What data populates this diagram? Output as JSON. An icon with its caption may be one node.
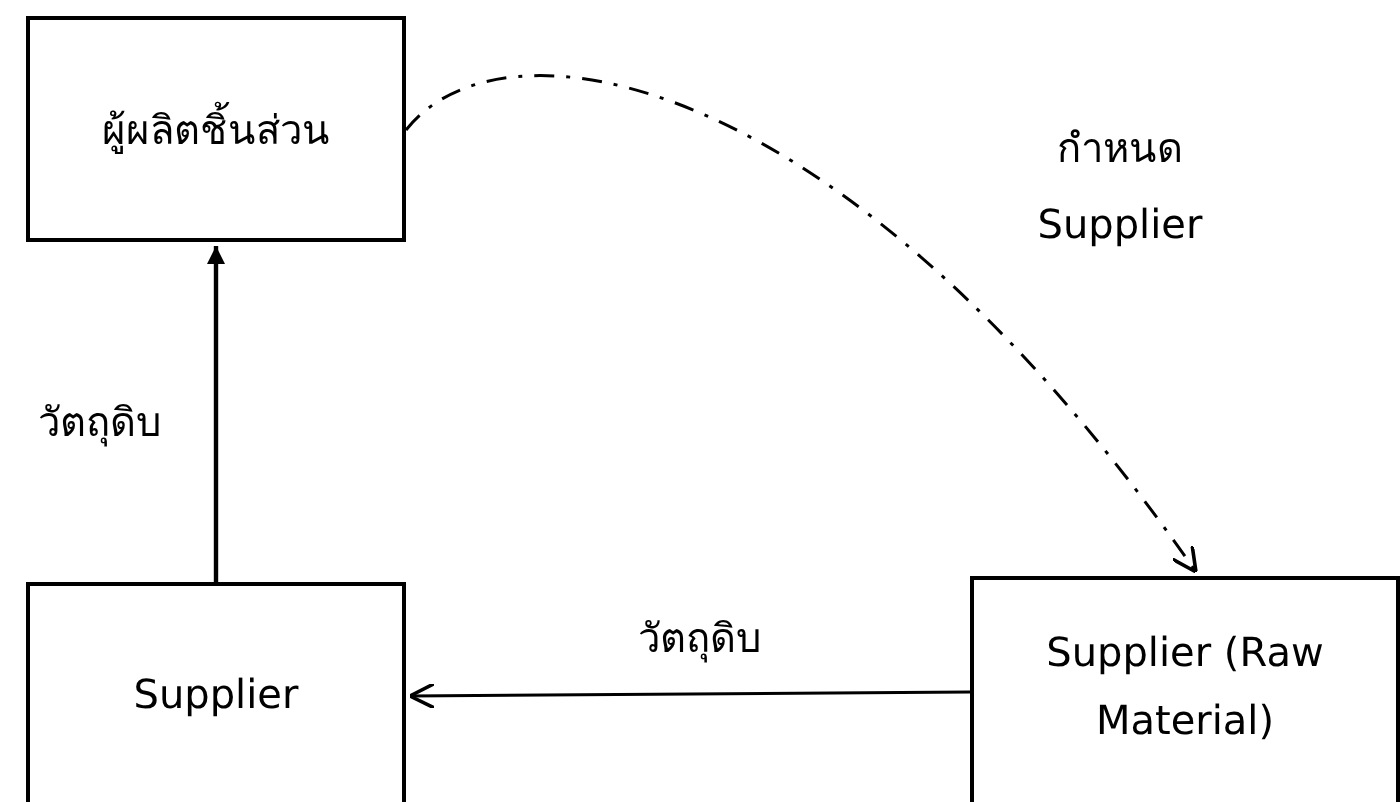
{
  "diagram": {
    "nodes": [
      {
        "text": [
          "ผู้ผลิตชิ้นส่วน"
        ]
      },
      {
        "text": [
          "Supplier"
        ]
      },
      {
        "text": [
          "Supplier (Raw Material)"
        ]
      }
    ],
    "edges": [
      {
        "from": 1,
        "to": 0,
        "arrow": "to",
        "label": "วัตถุดิบ"
      },
      {
        "from": 0,
        "to": 2,
        "arrow": "to",
        "label": "กำหนด Supplier",
        "style": "dashed"
      },
      {
        "from": 2,
        "to": 1,
        "arrow": "to",
        "label": "วัตถุดิบ"
      }
    ]
  }
}
